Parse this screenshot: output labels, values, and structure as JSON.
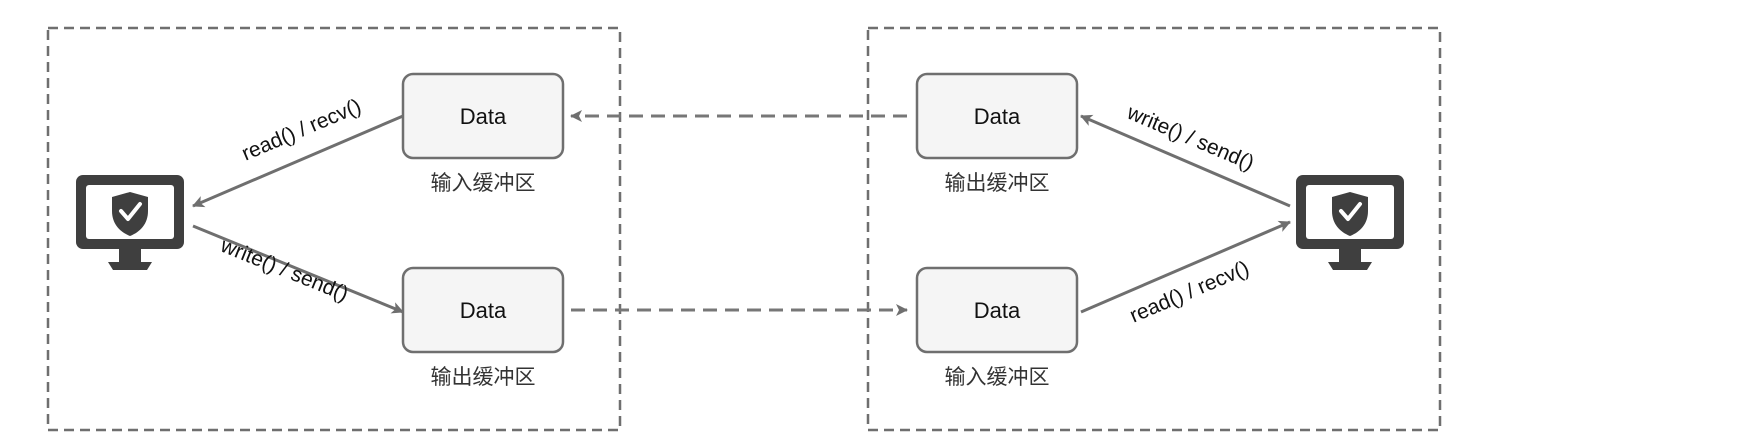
{
  "diagram": {
    "left_host": {
      "input_buffer": {
        "label": "Data",
        "caption": "输入缓冲区"
      },
      "output_buffer": {
        "label": "Data",
        "caption": "输出缓冲区"
      },
      "read_edge_label": "read() / recv()",
      "write_edge_label": "write() / send()"
    },
    "right_host": {
      "output_buffer": {
        "label": "Data",
        "caption": "输出缓冲区"
      },
      "input_buffer": {
        "label": "Data",
        "caption": "输入缓冲区"
      },
      "write_edge_label": "write() / send()",
      "read_edge_label": "read() / recv()"
    },
    "icons": {
      "left_computer": "monitor-shield-icon",
      "right_computer": "monitor-shield-icon"
    }
  }
}
